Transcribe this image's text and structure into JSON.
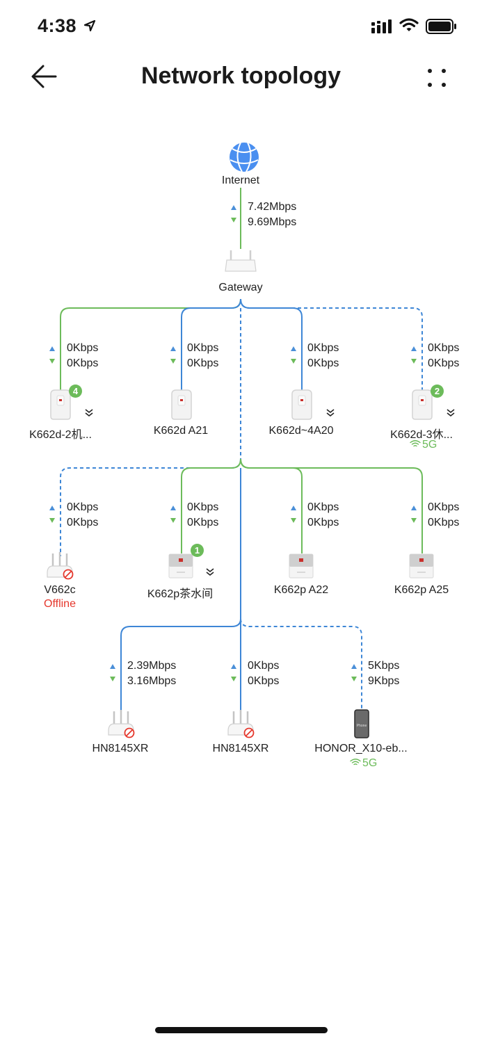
{
  "status_bar": {
    "time": "4:38"
  },
  "header": {
    "title": "Network topology"
  },
  "internet": {
    "label": "Internet",
    "up": "7.42Mbps",
    "down": "9.69Mbps"
  },
  "gateway": {
    "label": "Gateway"
  },
  "row1": [
    {
      "name": "K662d-2机...",
      "up": "0Kbps",
      "down": "0Kbps",
      "badge": "4"
    },
    {
      "name": "K662d A21",
      "up": "0Kbps",
      "down": "0Kbps"
    },
    {
      "name": "K662d~4A20",
      "up": "0Kbps",
      "down": "0Kbps"
    },
    {
      "name": "K662d-3休...",
      "up": "0Kbps",
      "down": "0Kbps",
      "badge": "2",
      "band": "5G"
    }
  ],
  "row2": [
    {
      "name": "V662c",
      "up": "0Kbps",
      "down": "0Kbps",
      "status": "Offline"
    },
    {
      "name": "K662p茶水间",
      "up": "0Kbps",
      "down": "0Kbps",
      "badge": "1"
    },
    {
      "name": "K662p A22",
      "up": "0Kbps",
      "down": "0Kbps"
    },
    {
      "name": "K662p A25",
      "up": "0Kbps",
      "down": "0Kbps"
    }
  ],
  "row3": [
    {
      "name": "HN8145XR",
      "up": "2.39Mbps",
      "down": "3.16Mbps"
    },
    {
      "name": "HN8145XR",
      "up": "0Kbps",
      "down": "0Kbps"
    },
    {
      "name": "HONOR_X10-eb...",
      "up": "5Kbps",
      "down": "9Kbps",
      "band": "5G",
      "screen_text": "Phone"
    }
  ],
  "colors": {
    "wired": "#6cbb5a",
    "wireless": "#3d86d6",
    "offline": "#e5372c",
    "up_arrow": "#4a8fd8",
    "down_arrow": "#6cbb5a"
  }
}
